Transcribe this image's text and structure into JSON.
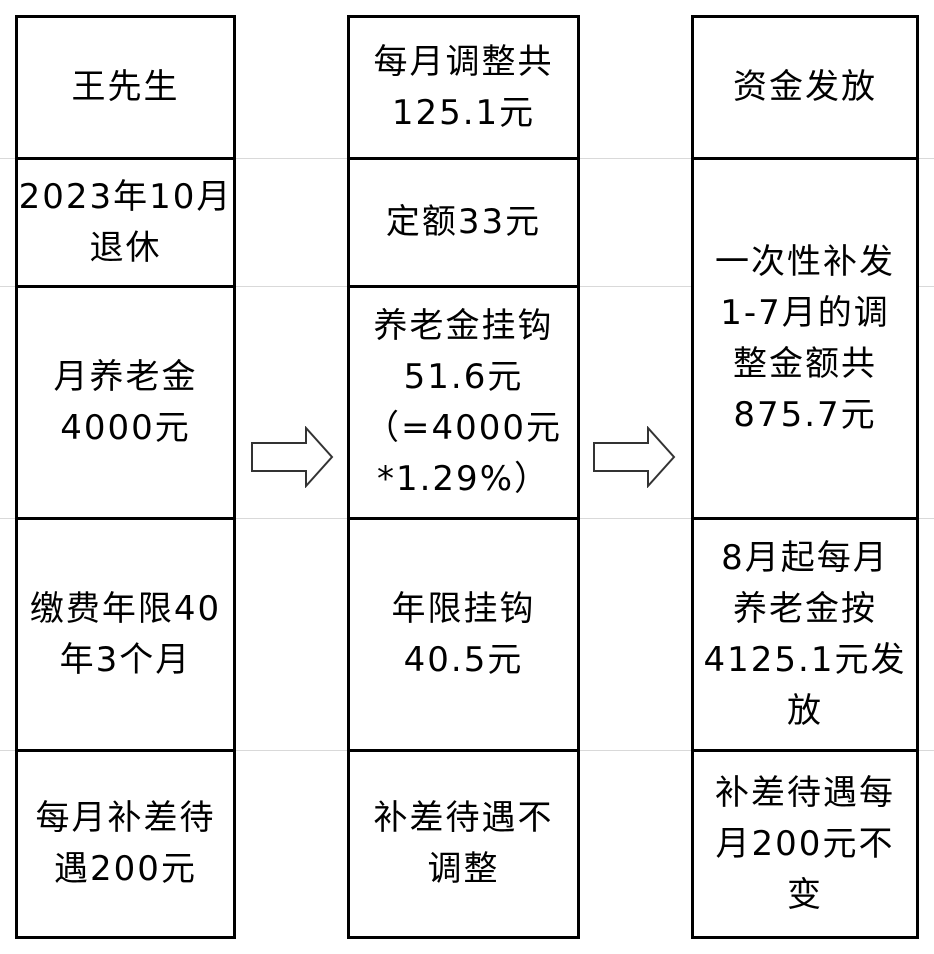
{
  "columns": [
    {
      "cells": [
        {
          "lines": [
            "王先生"
          ]
        },
        {
          "lines": [
            "2023年10月",
            "退休"
          ]
        },
        {
          "lines": [
            "月养老金",
            "4000元"
          ]
        },
        {
          "lines": [
            "缴费年限40",
            "年3个月"
          ]
        },
        {
          "lines": [
            "每月补差待",
            "遇200元"
          ]
        }
      ]
    },
    {
      "cells": [
        {
          "lines": [
            "每月调整共",
            "125.1元"
          ]
        },
        {
          "lines": [
            "定额33元"
          ]
        },
        {
          "lines": [
            "养老金挂钩",
            "51.6元",
            "（=4000元",
            "*1.29%）"
          ]
        },
        {
          "lines": [
            "年限挂钩",
            "40.5元"
          ]
        },
        {
          "lines": [
            "补差待遇不",
            "调整"
          ]
        }
      ]
    },
    {
      "cells": [
        {
          "lines": [
            "资金发放"
          ]
        },
        {
          "lines": [
            "一次性补发",
            "1-7月的调",
            "整金额共",
            "875.7元"
          ]
        },
        {
          "lines": [
            "8月起每月",
            "养老金按",
            "4125.1元发",
            "放"
          ]
        },
        {
          "lines": [
            "补差待遇每",
            "月200元不",
            "变"
          ]
        }
      ]
    }
  ],
  "arrows": [
    {
      "icon": "right-arrow-icon"
    },
    {
      "icon": "right-arrow-icon"
    }
  ]
}
